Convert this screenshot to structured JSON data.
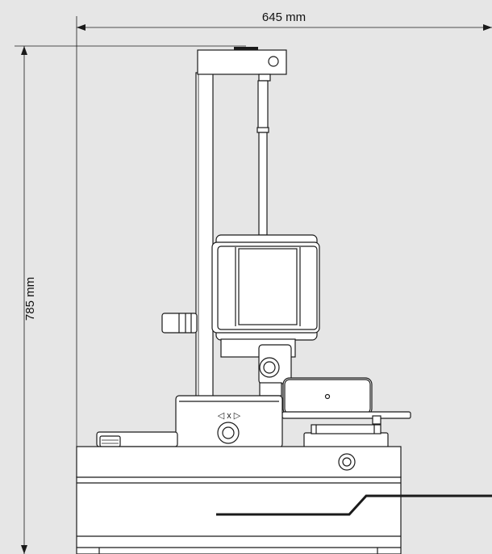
{
  "dimensions": {
    "width_label": "645 mm",
    "height_label": "785 mm"
  },
  "axis_marker": {
    "text": "◁ x ▷"
  },
  "colors": {
    "background": "#e6e6e6",
    "line": "#1a1a1a",
    "fill": "#ffffff"
  }
}
